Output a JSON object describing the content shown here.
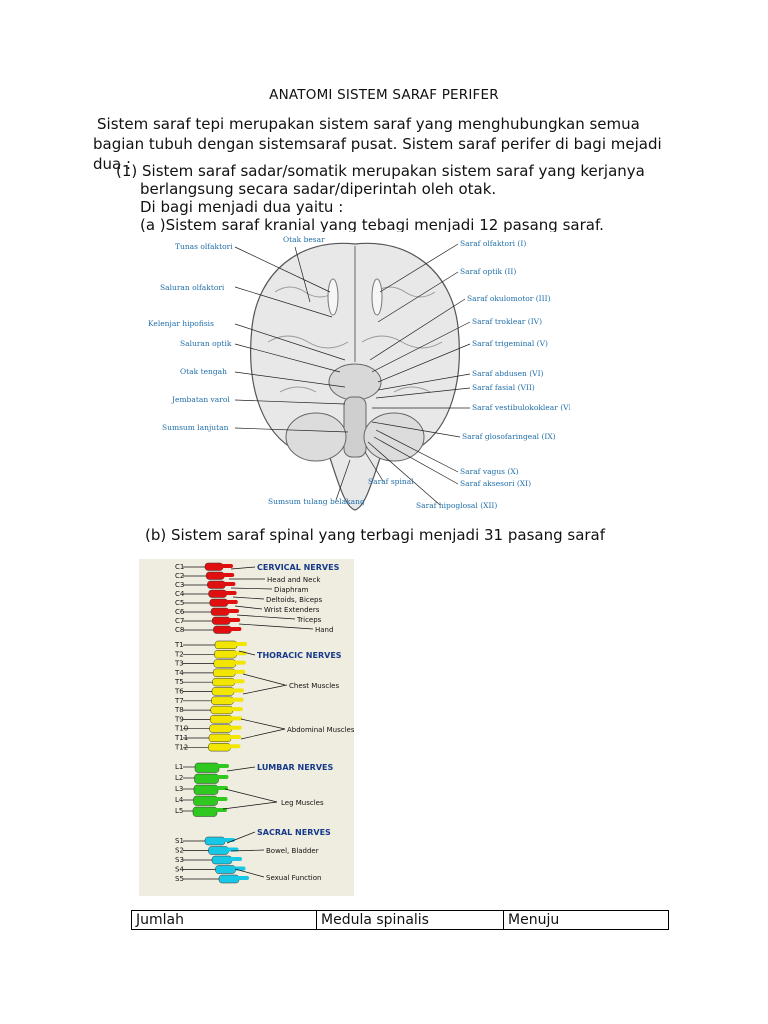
{
  "document": {
    "title": "ANATOMI SISTEM SARAF PERIFER",
    "intro": "Sistem saraf tepi merupakan sistem saraf yang menghubungkan semua bagian tubuh dengan sistemsaraf pusat. Sistem saraf perifer di bagi mejadi dua :",
    "item1": {
      "number": "(1)",
      "line1": "Sistem saraf sadar/somatik merupakan sistem saraf yang kerjanya",
      "line2": "berlangsung secara sadar/diperintah oleh otak.",
      "line3": "Di bagi  menjadi dua yaitu :",
      "sub_a": "(a  )Sistem saraf kranial yang tebagi menjadi 12 pasang saraf."
    },
    "sub_b": "(b) Sistem saraf spinal yang terbagi menjadi 31 pasang saraf"
  },
  "brain_figure": {
    "left_labels": [
      "Tunas olfaktori",
      "Saluran olfaktori",
      "Kelenjar hipofisis",
      "Saluran optik",
      "Otak tengah",
      "Jembatan varol",
      "Sumsum lanjutan"
    ],
    "top_label": "Otak besar",
    "right_labels": [
      "Saraf olfaktori (I)",
      "Saraf optik (II)",
      "Saraf okulomotor (III)",
      "Saraf troklear (IV)",
      "Saraf trigeminal (V)",
      "Saraf abdusen (VI)",
      "Saraf fasial (VII)",
      "Saraf vestibulokoklear (VIII)",
      "Saraf glosofaringeal (IX)",
      "Saraf vagus (X)",
      "Saraf aksesori (XI)",
      "Saraf hipoglosal (XII)"
    ],
    "bottom_labels": [
      "Sumsum tulang belakang",
      "Saraf spinal"
    ]
  },
  "spine_figure": {
    "headers": {
      "cervical": "CERVICAL NERVES",
      "thoracic": "THORACIC NERVES",
      "lumbar": "LUMBAR NERVES",
      "sacral": "SACRAL NERVES"
    },
    "cervical_levels": [
      "C1",
      "C2",
      "C3",
      "C4",
      "C5",
      "C6",
      "C7",
      "C8"
    ],
    "thoracic_levels": [
      "T1",
      "T2",
      "T3",
      "T4",
      "T5",
      "T6",
      "T7",
      "T8",
      "T9",
      "T10",
      "T11",
      "T12"
    ],
    "lumbar_levels": [
      "L1",
      "L2",
      "L3",
      "L4",
      "L5"
    ],
    "sacral_levels": [
      "S1",
      "S2",
      "S3",
      "S4",
      "S5"
    ],
    "functions": [
      "Head and Neck",
      "Diaphram",
      "Deltoids, Biceps",
      "Wrist Extenders",
      "Triceps",
      "Hand",
      "Chest Muscles",
      "Abdominal Muscles",
      "Leg Muscles",
      "Bowel, Bladder",
      "Sexual Function"
    ],
    "colors": {
      "cervical": "#e01010",
      "thoracic": "#f2e600",
      "lumbar": "#2ec81e",
      "sacral": "#17c8e6"
    }
  },
  "table": {
    "headers": [
      "Jumlah",
      "Medula spinalis",
      "Menuju"
    ]
  }
}
